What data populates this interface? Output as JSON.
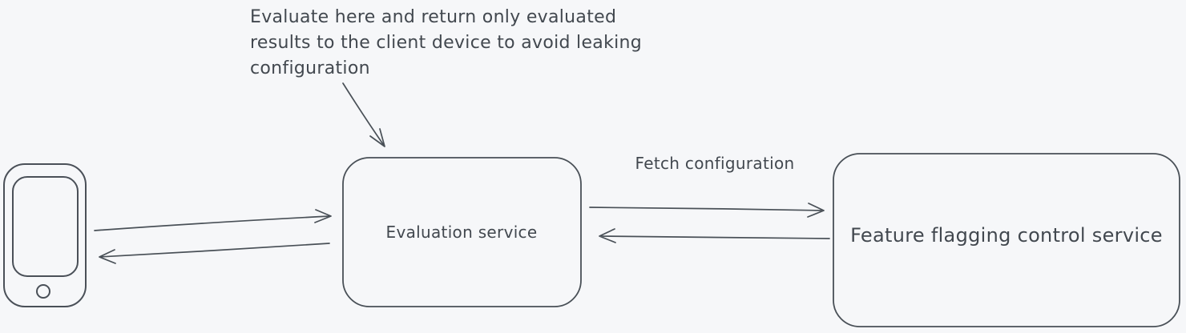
{
  "canvas": {
    "background": "#f6f7f9",
    "stroke_color": "#495057",
    "text_color": "#42484f"
  },
  "annotation": {
    "lines": [
      "Evaluate here and return only evaluated",
      "results to the client device to avoid leaking",
      "configuration"
    ]
  },
  "nodes": {
    "client_device": {
      "icon": "smartphone-icon",
      "label": ""
    },
    "evaluation_service": {
      "label": "Evaluation service"
    },
    "feature_flagging_service": {
      "label": "Feature flagging control service"
    }
  },
  "edges": {
    "fetch_configuration_label": "Fetch configuration"
  }
}
